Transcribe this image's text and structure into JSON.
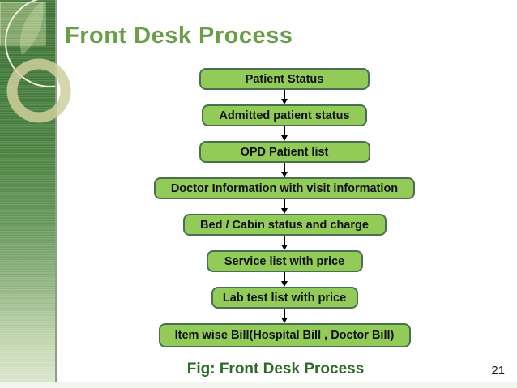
{
  "slide": {
    "title": "Front Desk Process",
    "caption": "Fig: Front Desk Process",
    "page_number": "21"
  },
  "flowchart": {
    "steps": [
      "Patient Status",
      "Admitted patient status",
      "OPD Patient list",
      "Doctor Information with visit information",
      "Bed / Cabin status and charge",
      "Service list with price",
      "Lab test list with price",
      "Item wise Bill(Hospital Bill , Doctor Bill)"
    ]
  },
  "colors": {
    "title_green": "#6a9e48",
    "caption_green": "#2d6a2a",
    "box_fill": "#92cb57",
    "box_border": "#4b7050",
    "sidebar_dark_green": "#3c7233",
    "sidebar_light_green": "#dfead2",
    "ring_beige": "#cfcf9e",
    "circle_cream": "#f1eed6"
  }
}
